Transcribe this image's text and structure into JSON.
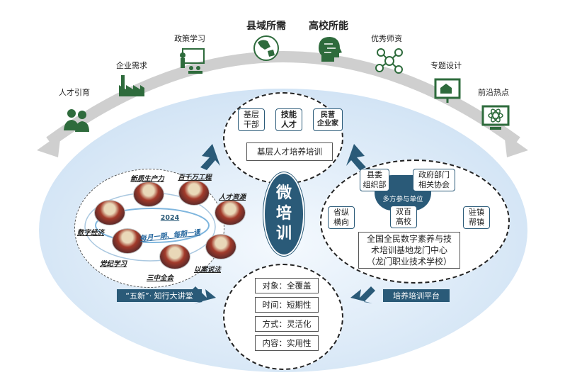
{
  "top": {
    "items": [
      {
        "label": "人才引育",
        "icon": "people-icon"
      },
      {
        "label": "企业需求",
        "icon": "factory-icon"
      },
      {
        "label": "政策学习",
        "icon": "teacher-icon"
      },
      {
        "label": "县域所需",
        "icon": "globe-icon"
      },
      {
        "label": "高校所能",
        "icon": "brain-head-icon"
      },
      {
        "label": "优秀师资",
        "icon": "network-icon"
      },
      {
        "label": "专题设计",
        "icon": "design-board-icon"
      },
      {
        "label": "前沿热点",
        "icon": "atom-monitor-icon"
      }
    ]
  },
  "center": {
    "title_lines": [
      "微",
      "培",
      "训"
    ]
  },
  "top_circle": {
    "targets": [
      [
        "基层",
        "干部"
      ],
      [
        "技能",
        "人才"
      ],
      [
        "民营",
        "企业家"
      ]
    ],
    "main": "基层人才培养培训"
  },
  "left_circle": {
    "year": "2024",
    "cycle": "每月一期、每期一课",
    "topics": [
      "新质生产力",
      "百千万工程",
      "人才资源",
      "数字经济",
      "党纪学习",
      "三中全会",
      "以案说法"
    ],
    "tag": "“五新”· 知行大讲堂"
  },
  "right_circle": {
    "hub": "多方参与单位",
    "units": [
      [
        "县委",
        "组织部"
      ],
      [
        "政府部门",
        "相关协会"
      ],
      [
        "双百",
        "高校"
      ],
      [
        "省纵",
        "横向"
      ],
      [
        "驻镇",
        "帮镇"
      ]
    ],
    "base": [
      "全国全民数字素养与技",
      "术培训基地龙门中心",
      "（龙门职业技术学校）"
    ],
    "tag": "培养培训平台"
  },
  "bottom_circle": {
    "rows": [
      "对象：全覆盖",
      "时间：短期性",
      "方式：灵活化",
      "内容：实用性"
    ]
  },
  "colors": {
    "teal": "#2a5a78",
    "green": "#2e6b3c",
    "ellipse": "#d9e9f7",
    "arc": "#cfcfcf"
  }
}
